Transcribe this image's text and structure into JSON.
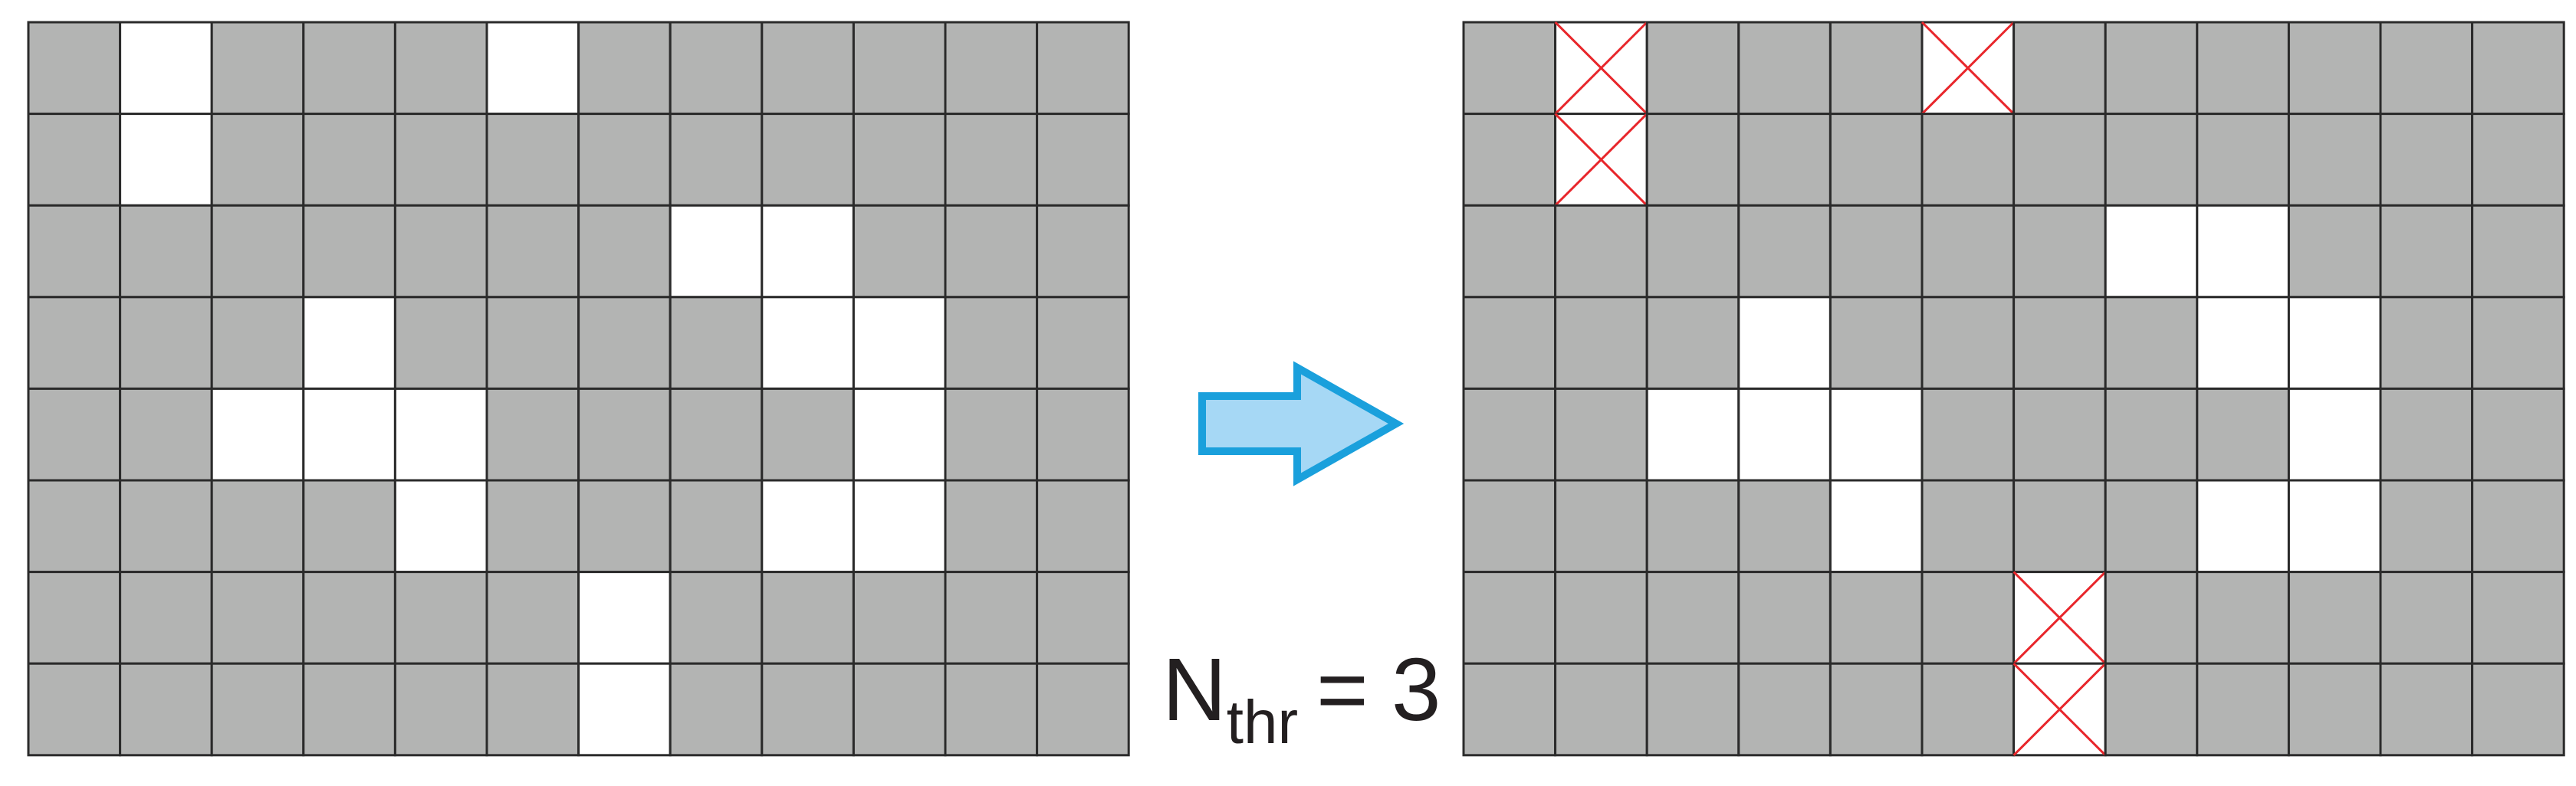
{
  "colors": {
    "cell_fill": "#b3b4b3",
    "highlight_fill": "#ffffff",
    "grid_line": "#2b2b2b",
    "cross": "#e8262b",
    "arrow_fill": "#a6d8f5",
    "arrow_stroke": "#1aa0dc"
  },
  "grid_rows": 8,
  "grid_cols": 12,
  "left_grid": {
    "white_cells": [
      [
        0,
        1
      ],
      [
        0,
        5
      ],
      [
        1,
        1
      ],
      [
        2,
        7
      ],
      [
        2,
        8
      ],
      [
        3,
        3
      ],
      [
        3,
        8
      ],
      [
        3,
        9
      ],
      [
        4,
        2
      ],
      [
        4,
        3
      ],
      [
        4,
        4
      ],
      [
        4,
        9
      ],
      [
        5,
        4
      ],
      [
        5,
        8
      ],
      [
        5,
        9
      ],
      [
        6,
        6
      ],
      [
        7,
        6
      ]
    ]
  },
  "right_grid": {
    "white_cells": [
      [
        2,
        7
      ],
      [
        2,
        8
      ],
      [
        3,
        3
      ],
      [
        3,
        8
      ],
      [
        3,
        9
      ],
      [
        4,
        2
      ],
      [
        4,
        3
      ],
      [
        4,
        4
      ],
      [
        4,
        9
      ],
      [
        5,
        4
      ],
      [
        5,
        8
      ],
      [
        5,
        9
      ]
    ],
    "crossed_cells": [
      [
        0,
        1
      ],
      [
        0,
        5
      ],
      [
        1,
        1
      ],
      [
        6,
        6
      ],
      [
        7,
        6
      ]
    ]
  },
  "arrow_icon": "right-arrow-icon",
  "threshold": {
    "symbol": "N",
    "subscript": "thr",
    "equals": "=",
    "value": "3"
  }
}
